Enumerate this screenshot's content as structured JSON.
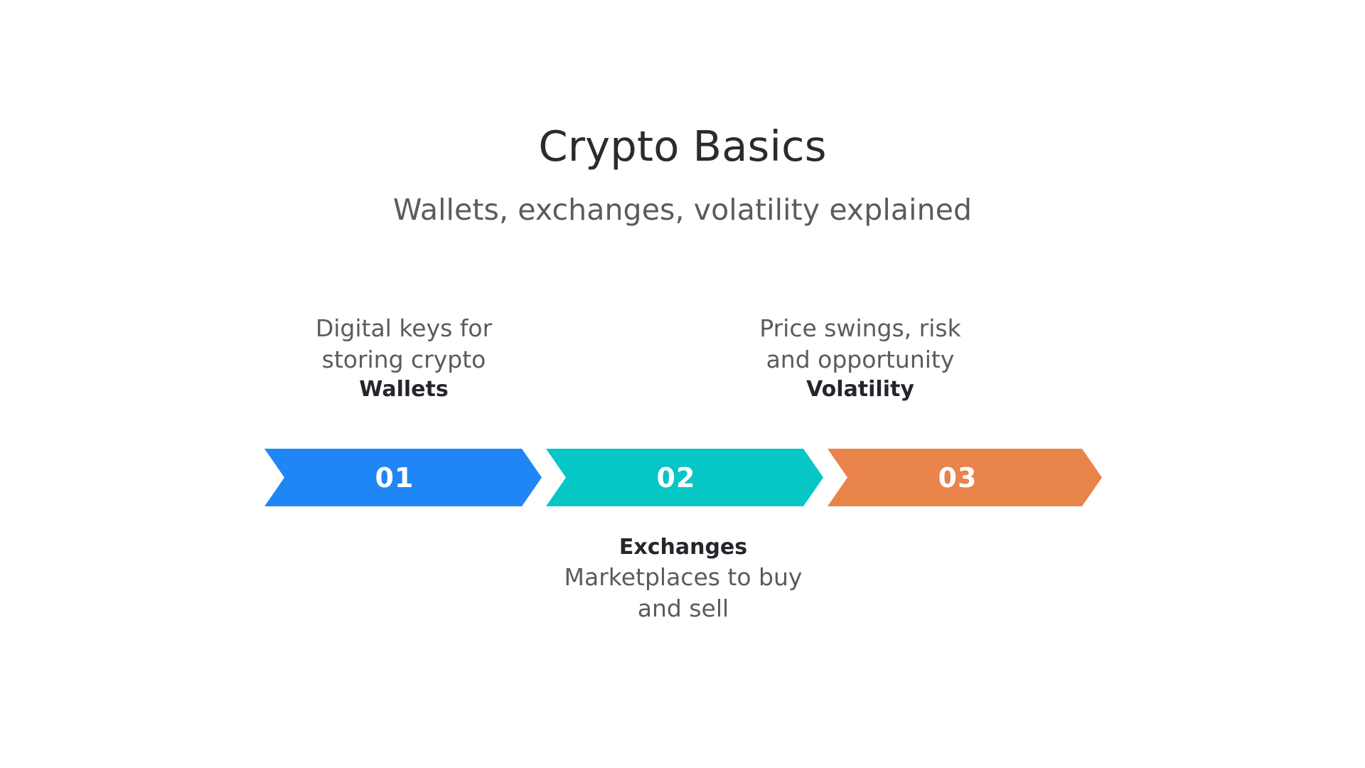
{
  "header": {
    "title": "Crypto Basics",
    "subtitle": "Wallets, exchanges, volatility explained"
  },
  "colors": {
    "background": "#ffffff",
    "title_text": "#2b2b2b",
    "subtitle_text": "#5b5b5b",
    "description_text": "#5b5b5b",
    "step_title_text": "#23262b",
    "number_text": "#ffffff",
    "step_1": "#2186f5",
    "step_2": "#06c6c6",
    "step_3": "#e8834a"
  },
  "process": {
    "steps": [
      {
        "number": "01",
        "title": "Wallets",
        "description": "Digital keys for storing crypto",
        "description_line_1": "Digital keys for",
        "description_line_2": "storing crypto",
        "color": "#2186f5",
        "label_position": "above"
      },
      {
        "number": "02",
        "title": "Exchanges",
        "description": "Marketplaces to buy and sell",
        "description_line_1": "Marketplaces to buy",
        "description_line_2": "and sell",
        "color": "#06c6c6",
        "label_position": "below"
      },
      {
        "number": "03",
        "title": "Volatility",
        "description": "Price swings, risk and opportunity",
        "description_line_1": "Price swings, risk",
        "description_line_2": "and opportunity",
        "color": "#e8834a",
        "label_position": "above"
      }
    ]
  }
}
